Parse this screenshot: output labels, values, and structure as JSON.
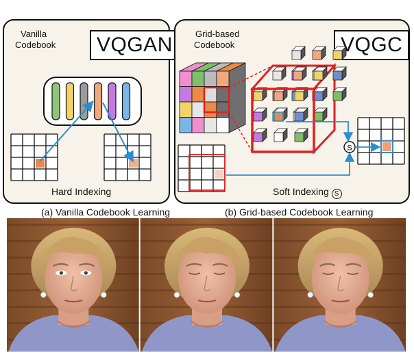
{
  "panel_a": {
    "codebook_label_line1": "Vanilla",
    "codebook_label_line2": "Codebook",
    "method_title": "VQGAN",
    "indexing_label": "Hard Indexing",
    "caption": "(a) Vanilla Codebook Learning",
    "codebook_colors": [
      "#8fc47a",
      "#f2d36b",
      "#9a9a9a",
      "#f0a97e",
      "#c47ae0",
      "#7bb6e6"
    ]
  },
  "panel_b": {
    "codebook_label_line1": "Grid-based",
    "codebook_label_line2": "Codebook",
    "method_title": "VQGC",
    "indexing_label": "Soft Indexing",
    "soft_symbol": "S",
    "caption": "(b) Grid-based Codebook Learning"
  },
  "colors": {
    "panel_bg": "#f7f3ea",
    "highlight_orange": "#e9894a",
    "selection_red": "#e02020",
    "arrow_blue": "#2a8fd0"
  },
  "photos": {
    "count": 3,
    "eye_states": [
      "open",
      "closed",
      "closed"
    ],
    "background": "wood paneling"
  }
}
